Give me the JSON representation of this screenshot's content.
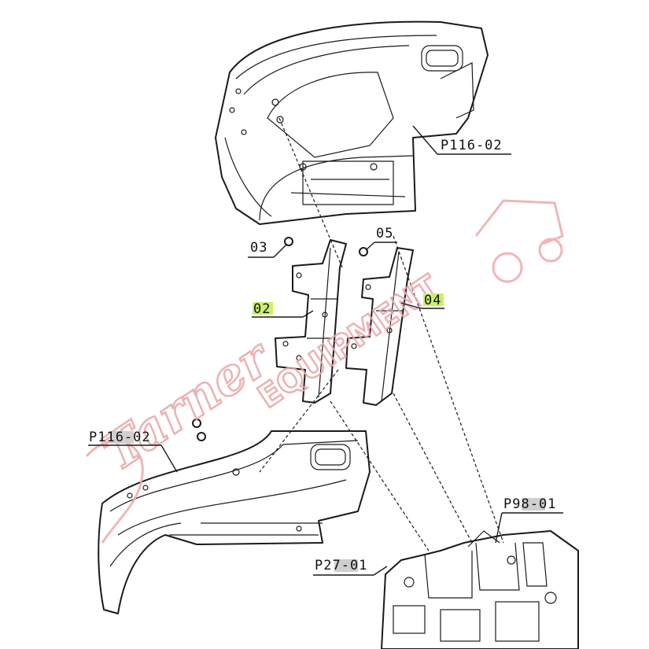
{
  "labels": {
    "top_fender": "P116-02",
    "bottom_fender": "P116-02",
    "part_03": "03",
    "part_05": "05",
    "part_02": "02",
    "part_04": "04",
    "ref_p98": "P98-01",
    "ref_p27": "P27-01"
  },
  "highlight_color": "#c9f06a",
  "watermark": {
    "script": "Tarner",
    "block": "EQUIPMENT",
    "color": "#e8a5a5"
  }
}
